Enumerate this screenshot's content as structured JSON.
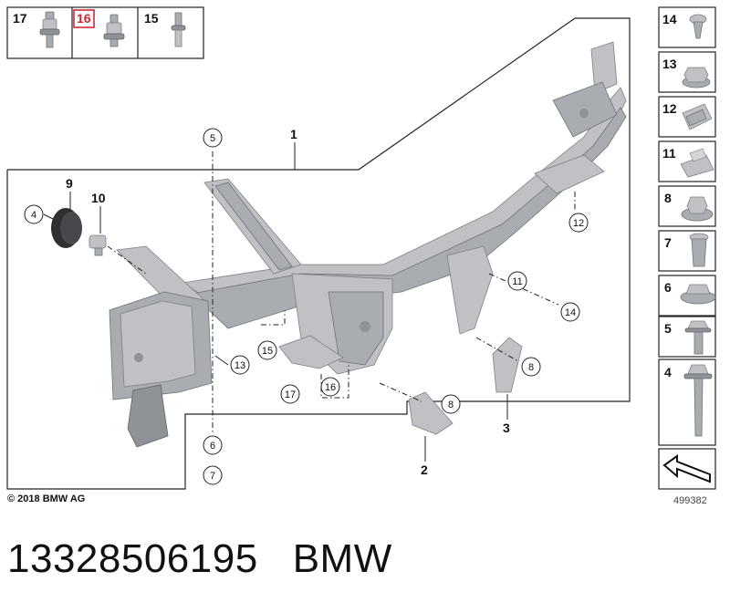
{
  "top_parts": [
    {
      "number": "17",
      "highlighted": false
    },
    {
      "number": "16",
      "highlighted": true
    },
    {
      "number": "15",
      "highlighted": false
    }
  ],
  "side_parts": [
    "14",
    "13",
    "12",
    "11",
    "8",
    "7",
    "6",
    "5",
    "4"
  ],
  "callouts": {
    "p1": "1",
    "p2": "2",
    "p3": "3",
    "p9": "9",
    "p10": "10",
    "c4": "4",
    "c5": "5",
    "c6": "6",
    "c7": "7",
    "c8a": "8",
    "c8b": "8",
    "c11": "11",
    "c12": "12",
    "c13": "13",
    "c14": "14",
    "c15": "15",
    "c16": "16",
    "c17": "17"
  },
  "copyright": "© 2018 BMW AG",
  "reference_id": "499382",
  "footer": {
    "part_number": "13328506195",
    "brand": "BMW"
  },
  "colors": {
    "highlight": "#cc2a36",
    "part_gray": "#bfc1c4",
    "line": "#222222"
  }
}
